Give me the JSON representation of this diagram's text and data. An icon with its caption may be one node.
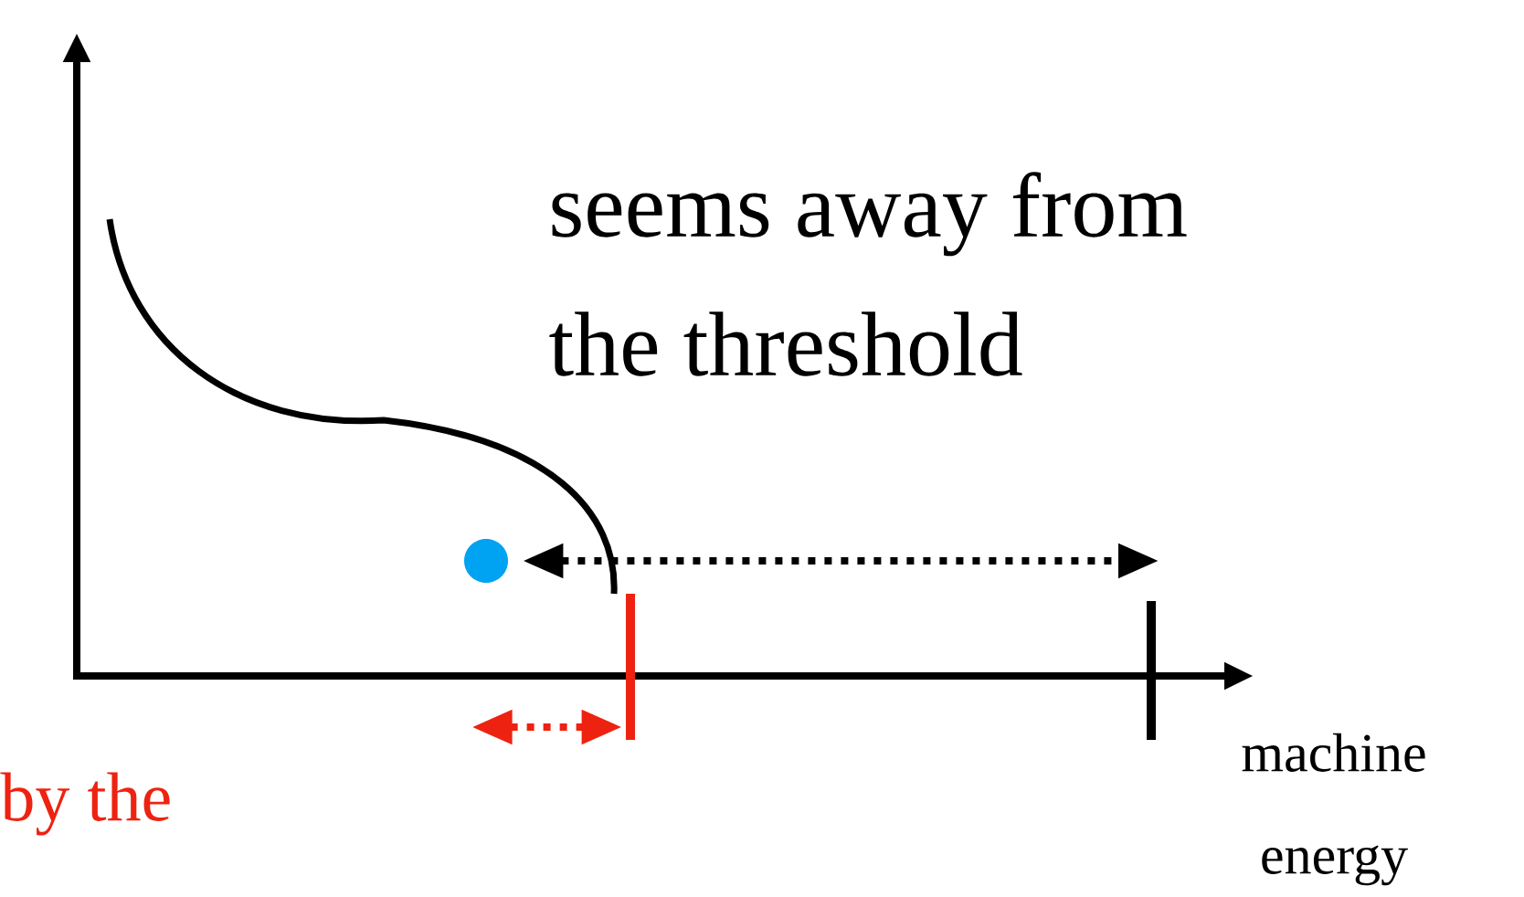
{
  "diagram": {
    "nodes": [
      {
        "text": [],
        "shape": "circle"
      },
      {
        "text": [],
        "shape": "bar"
      },
      {
        "text": [],
        "shape": "bar"
      }
    ],
    "edges": [
      {
        "from": 0,
        "to": 2,
        "arrow": "both",
        "style": "dashed"
      },
      {
        "from": null,
        "to": 1,
        "arrow": "both",
        "style": "dashed",
        "color": "#ee2211"
      }
    ],
    "labels": [
      "seems away from the threshold",
      "machine energy",
      "by the"
    ]
  }
}
